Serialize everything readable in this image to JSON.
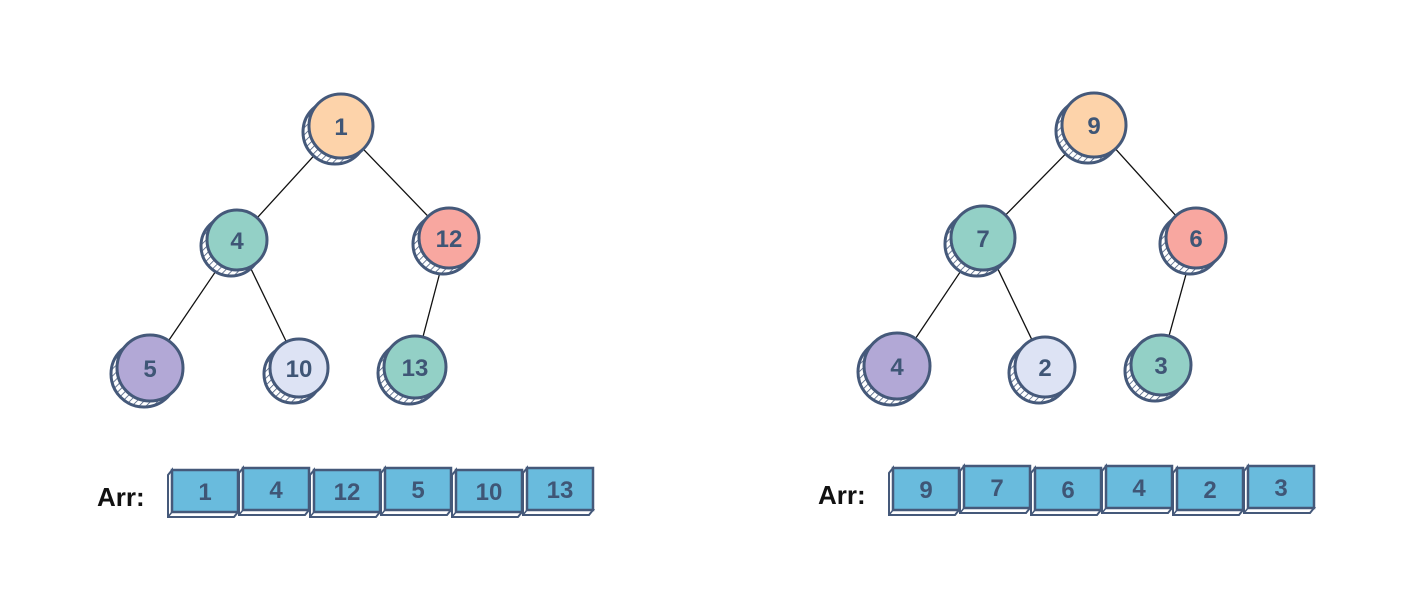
{
  "colors": {
    "root": "#fdd3aa",
    "teal": "#93d0c6",
    "salmon": "#f8a7a0",
    "purple": "#b2a8d6",
    "lavender": "#dde3f4",
    "cell": "#69bbdd",
    "outline": "#45597a",
    "text": "#3f5676",
    "edge": "#111111"
  },
  "diagrams": [
    {
      "array_label": "Arr:",
      "nodes": [
        {
          "id": "n0",
          "label": "1",
          "color": "root"
        },
        {
          "id": "n1",
          "label": "4",
          "color": "teal"
        },
        {
          "id": "n2",
          "label": "12",
          "color": "salmon"
        },
        {
          "id": "n3",
          "label": "5",
          "color": "purple"
        },
        {
          "id": "n4",
          "label": "10",
          "color": "lavender"
        },
        {
          "id": "n5",
          "label": "13",
          "color": "teal"
        }
      ],
      "edges": [
        [
          "n0",
          "n1"
        ],
        [
          "n0",
          "n2"
        ],
        [
          "n1",
          "n3"
        ],
        [
          "n1",
          "n4"
        ],
        [
          "n2",
          "n5"
        ]
      ],
      "array": [
        "1",
        "4",
        "12",
        "5",
        "10",
        "13"
      ]
    },
    {
      "array_label": "Arr:",
      "nodes": [
        {
          "id": "n0",
          "label": "9",
          "color": "root"
        },
        {
          "id": "n1",
          "label": "7",
          "color": "teal"
        },
        {
          "id": "n2",
          "label": "6",
          "color": "salmon"
        },
        {
          "id": "n3",
          "label": "4",
          "color": "purple"
        },
        {
          "id": "n4",
          "label": "2",
          "color": "lavender"
        },
        {
          "id": "n5",
          "label": "3",
          "color": "teal"
        }
      ],
      "edges": [
        [
          "n0",
          "n1"
        ],
        [
          "n0",
          "n2"
        ],
        [
          "n1",
          "n3"
        ],
        [
          "n1",
          "n4"
        ],
        [
          "n2",
          "n5"
        ]
      ],
      "array": [
        "9",
        "7",
        "6",
        "4",
        "2",
        "3"
      ]
    }
  ]
}
